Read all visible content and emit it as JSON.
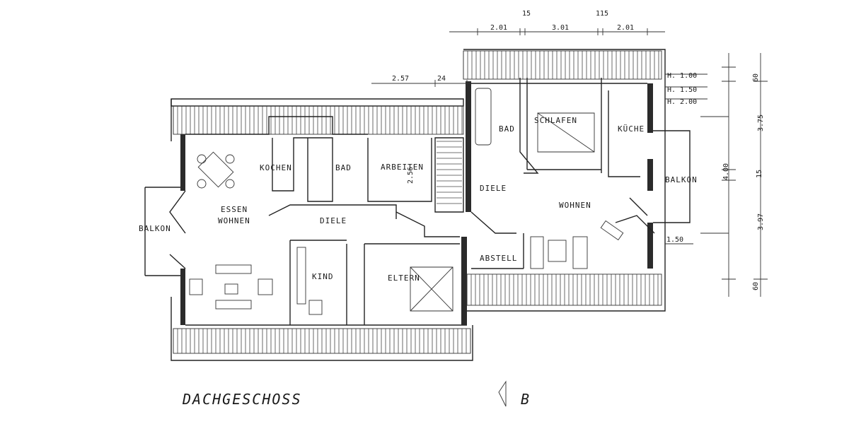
{
  "plan": {
    "title": "DACHGESCHOSS",
    "section_marker": "B",
    "rooms_left": {
      "kochen": "KOCHEN",
      "bad": "BAD",
      "arbeiten": "ARBEITEN",
      "arbeiten_area": "2.56",
      "essen": "ESSEN",
      "wohnen": "WOHNEN",
      "diele": "DIELE",
      "balkon": "BALKON",
      "kind": "KIND",
      "eltern": "ELTERN"
    },
    "rooms_right": {
      "bad": "BAD",
      "schlafen": "SCHLAFEN",
      "kueche": "KÜCHE",
      "diele": "DIELE",
      "wohnen": "WOHNEN",
      "balkon": "BALKON",
      "abstell": "ABSTELL"
    },
    "dimensions_top": [
      "2.01",
      "15",
      "3.01",
      "115",
      "2.01"
    ],
    "dimensions_mid": [
      "2.57",
      "24"
    ],
    "heights": [
      "H. 1.00",
      "H. 1.50",
      "H. 2.00"
    ],
    "dimensions_right": [
      "60",
      "3.75",
      "15",
      "3.97",
      "60"
    ],
    "dimension_400": "4.00",
    "dimension_150": "1.50"
  }
}
